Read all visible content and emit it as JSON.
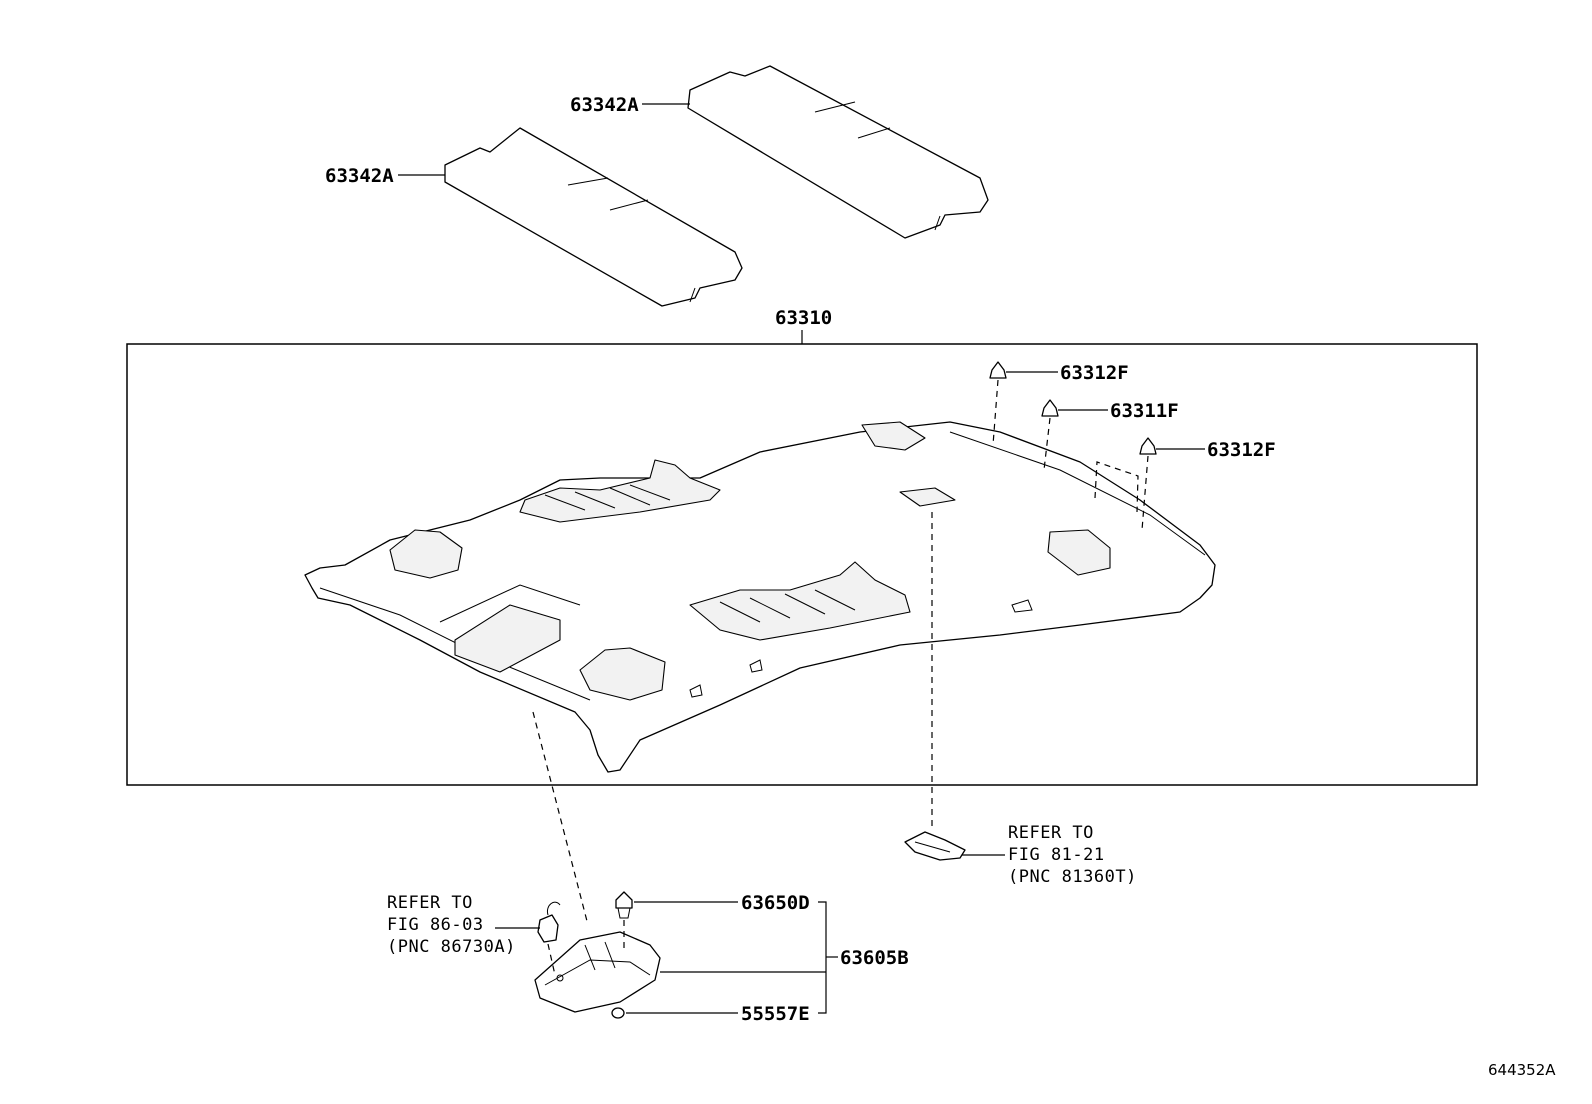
{
  "diagram": {
    "figure_number": "644352A",
    "parts": {
      "pad_rear": "63342A",
      "pad_front": "63342A",
      "headliner": "63310",
      "clip_1": "63312F",
      "clip_2": "63311F",
      "clip_3": "63312F",
      "screw": "63650D",
      "assembly": "63605B",
      "plug": "55557E"
    },
    "refs": {
      "right": {
        "line1": "REFER TO",
        "line2": "FIG 81-21",
        "line3": "(PNC 81360T)"
      },
      "left": {
        "line1": "REFER TO",
        "line2": "FIG 86-03",
        "line3": "(PNC 86730A)"
      }
    }
  }
}
